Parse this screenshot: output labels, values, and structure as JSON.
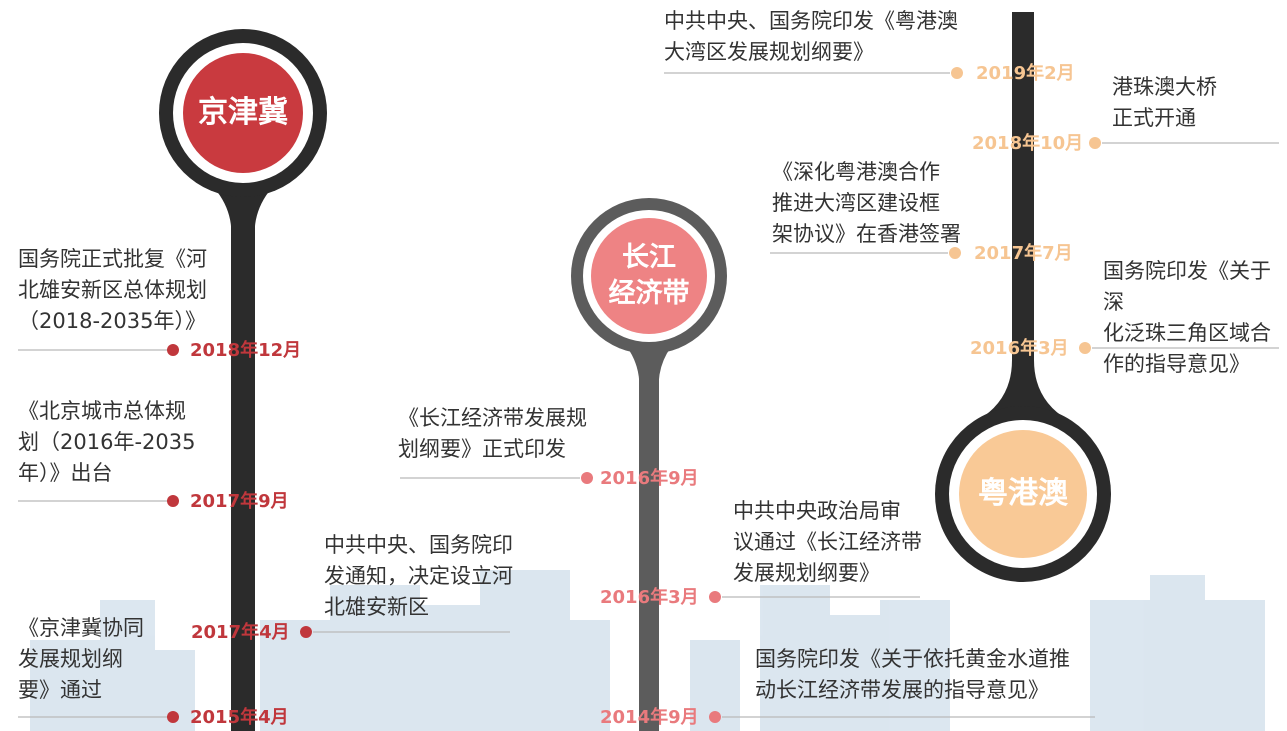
{
  "colors": {
    "jjj": "#c93a3f",
    "cj": "#ee8384",
    "ygo": "#f9c996",
    "stem_dark": "#2b2b2b",
    "stem_gray": "#5c5c5c",
    "skyline": "#c9d9e6"
  },
  "hubs": {
    "jjj": "京津冀",
    "cj": "长江\n经济带",
    "ygo": "粤港澳"
  },
  "jjj_events": [
    {
      "date": "2018年12月",
      "text": "国务院正式批复《河\n北雄安新区总体规划\n（2018-2035年）》"
    },
    {
      "date": "2017年9月",
      "text": "《北京城市总体规\n划（2016年-2035\n年）》出台"
    },
    {
      "date": "2017年4月",
      "text": "中共中央、国务院印\n发通知，决定设立河\n北雄安新区"
    },
    {
      "date": "2015年4月",
      "text": "《京津冀协同\n发展规划纲\n要》通过"
    }
  ],
  "cj_events": [
    {
      "date": "2016年9月",
      "text": "《长江经济带发展规\n划纲要》正式印发"
    },
    {
      "date": "2016年3月",
      "text": "中共中央政治局审\n议通过《长江经济带\n发展规划纲要》"
    },
    {
      "date": "2014年9月",
      "text": "国务院印发《关于依托黄金水道推\n动长江经济带发展的指导意见》"
    }
  ],
  "ygo_events": [
    {
      "date": "2019年2月",
      "text": "中共中央、国务院印发《粤港澳\n大湾区发展规划纲要》"
    },
    {
      "date": "2018年10月",
      "text": "港珠澳大桥\n正式开通"
    },
    {
      "date": "2017年7月",
      "text": "《深化粤港澳合作\n推进大湾区建设框\n架协议》在香港签署"
    },
    {
      "date": "2016年3月",
      "text": "国务院印发《关于深\n化泛珠三角区域合\n作的指导意见》"
    }
  ]
}
